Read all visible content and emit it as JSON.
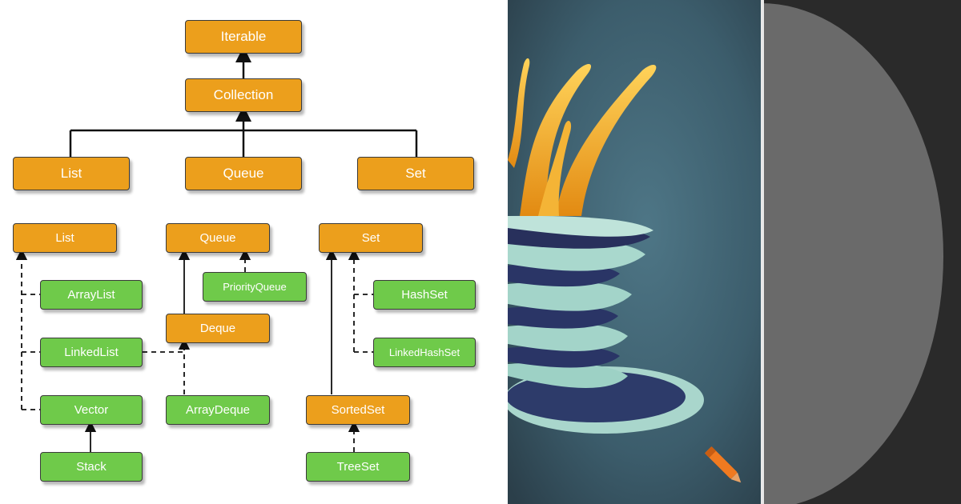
{
  "diagram": {
    "top": {
      "iterable": "Iterable",
      "collection": "Collection",
      "list": "List",
      "queue": "Queue",
      "set": "Set"
    },
    "list_group": {
      "header": "List",
      "arraylist": "ArrayList",
      "linkedlist": "LinkedList",
      "vector": "Vector",
      "stack": "Stack"
    },
    "queue_group": {
      "header": "Queue",
      "priorityqueue": "PriorityQueue",
      "deque": "Deque",
      "arraydeque": "ArrayDeque"
    },
    "set_group": {
      "header": "Set",
      "hashset": "HashSet",
      "linkedhashset": "LinkedHashSet",
      "sortedset": "SortedSet",
      "treeset": "TreeSet"
    },
    "colors": {
      "interface": "#ec9f1c",
      "class": "#6fca4a",
      "line": "#111111"
    }
  },
  "artwork": {
    "icon_name": "java-coffee-cup-logo-icon",
    "watermark_icon": "pencil-icon"
  },
  "side_panel": {
    "icon_name": "gray-half-circle-shape"
  }
}
